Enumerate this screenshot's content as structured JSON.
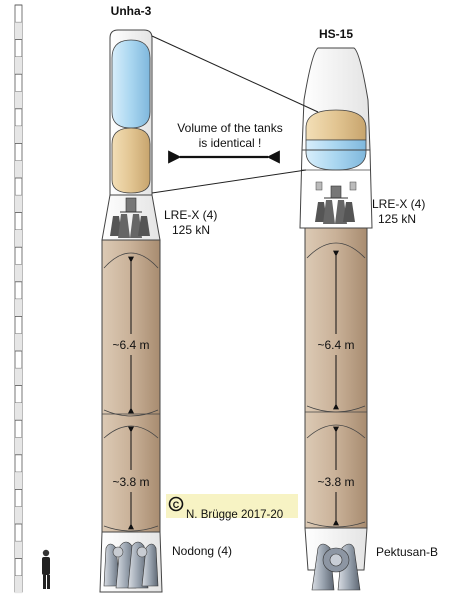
{
  "rockets": {
    "left": {
      "name": "Unha-3",
      "upper_engine": "LRE-X (4)",
      "upper_thrust": "125 kN",
      "stage1_upper_length": "~6.4 m",
      "stage1_lower_length": "~3.8 m",
      "main_engine": "Nodong (4)"
    },
    "right": {
      "name": "HS-15",
      "upper_engine": "LRE-X (4)",
      "upper_thrust": "125 kN",
      "stage1_upper_length": "~6.4 m",
      "stage1_lower_length": "~3.8 m",
      "main_engine": "Pektusan-B"
    }
  },
  "annotation": {
    "line1": "Volume of the tanks",
    "line2": "is identical !"
  },
  "credit": {
    "symbol": "C",
    "text": "N. Brügge 2017-20"
  },
  "colors": {
    "tank_blue": "#a9d6f0",
    "tank_tan": "#e2c592",
    "stage_brown": "#c9b198",
    "credit_bg": "#f7f3c4"
  }
}
